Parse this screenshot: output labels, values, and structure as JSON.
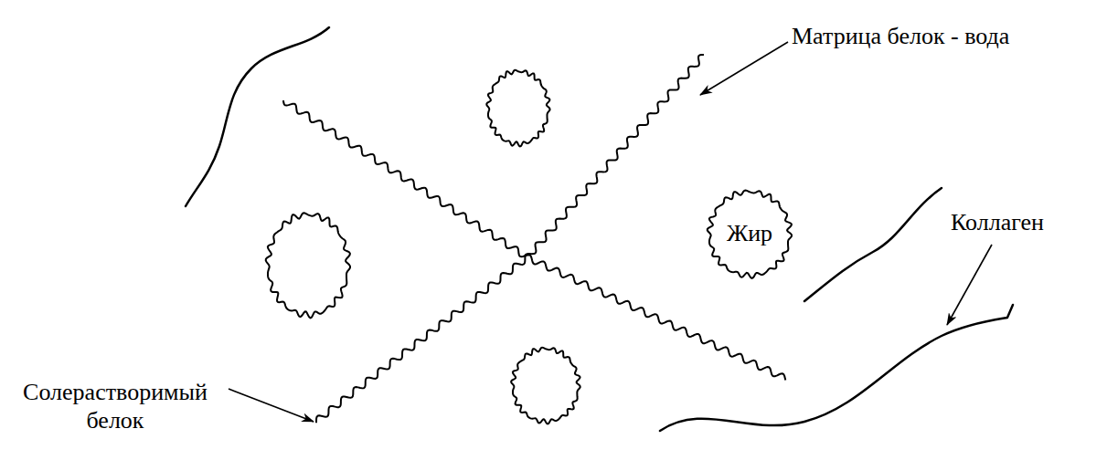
{
  "diagram": {
    "nodes": [
      {
        "text": [
          "Жир"
        ]
      }
    ],
    "labels": [
      "Матрица белок - вода",
      "Коллаген",
      "Солерастворимый белок"
    ]
  }
}
